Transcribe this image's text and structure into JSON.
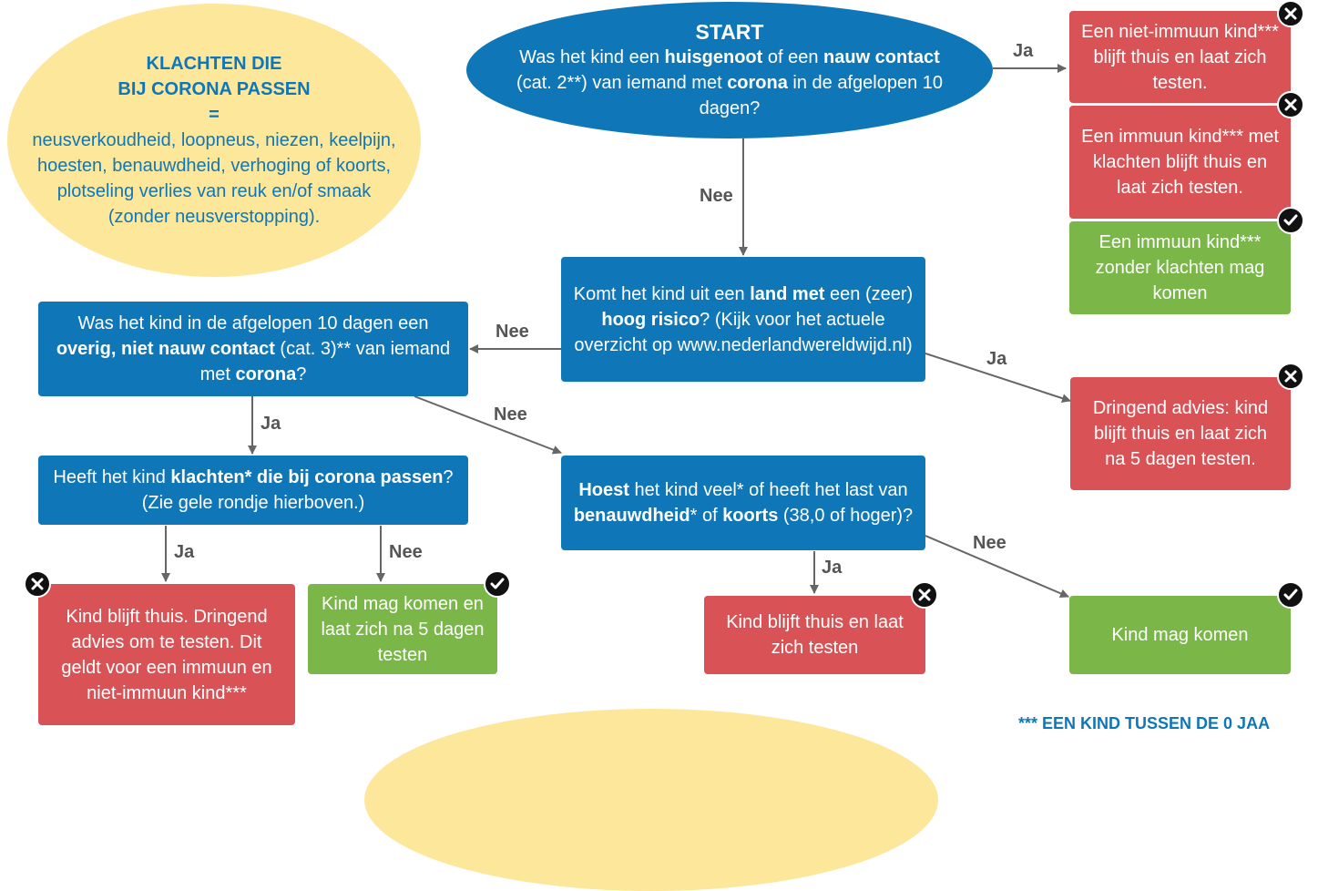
{
  "colors": {
    "blue": "#0f77b8",
    "red": "#d95356",
    "green": "#7ab648",
    "yellow": "#fde79b",
    "arrow": "#666666"
  },
  "legend": {
    "line1": "KLACHTEN DIE",
    "line2": "BIJ CORONA PASSEN",
    "line3": "=",
    "body": "neusverkoudheid, loopneus, niezen, keelpijn, hoesten, benauwdheid, verhoging of koorts, plotseling verlies van reuk en/of smaak (zonder neusverstopping)."
  },
  "start": {
    "title": "START",
    "p1": "Was het kind een ",
    "b1": "huisgenoot",
    "p2": " of een ",
    "b2": "nauw contact",
    "p3": " (cat. 2**) van iemand met ",
    "b3": "corona",
    "p4": " in de afgelopen 10 dagen?"
  },
  "q_land": {
    "p1": "Komt het kind uit een ",
    "b1": "land met",
    "p2": " een (zeer) ",
    "b2": "hoog risico",
    "p3": "? (Kijk voor het actuele overzicht op www.nederlandwereldwijd.nl)"
  },
  "q_overig": {
    "p1": "Was het kind in de afgelopen 10 dagen een ",
    "b1": "overig, niet nauw contact",
    "p2": " (cat. 3)** van iemand met ",
    "b2": "corona",
    "p3": "?"
  },
  "q_klachten": {
    "p1": "Heeft het kind ",
    "b1": "klachten* die bij corona passen",
    "p2": "? (Zie gele rondje hierboven.)"
  },
  "q_hoest": {
    "b1": "Hoest",
    "p1": " het kind veel* of heeft het last van ",
    "b2": "benauwdheid",
    "p2": "* of ",
    "b3": "koorts",
    "p3": " (38,0 of hoger)?"
  },
  "outcomes": {
    "niet_immuun": "Een niet-immuun kind*** blijft thuis en laat zich testen.",
    "immuun_klachten": "Een immuun kind*** met klachten blijft thuis en laat zich testen.",
    "immuun_zonder": "Een immuun kind*** zonder klachten mag komen",
    "dringend": "Dringend advies: kind blijft thuis en laat zich na 5 dagen testen.",
    "thuis_advies": "Kind blijft thuis. Dringend advies om te testen. Dit geldt voor een immuun en niet-immuun kind***",
    "mag_komen_testen": "Kind mag komen en laat zich na 5 dagen testen",
    "thuis_testen": "Kind blijft thuis en laat zich testen",
    "mag_komen": "Kind mag komen"
  },
  "labels": {
    "ja": "Ja",
    "nee": "Nee"
  },
  "footer": "*** EEN KIND TUSSEN DE 0 JAA"
}
